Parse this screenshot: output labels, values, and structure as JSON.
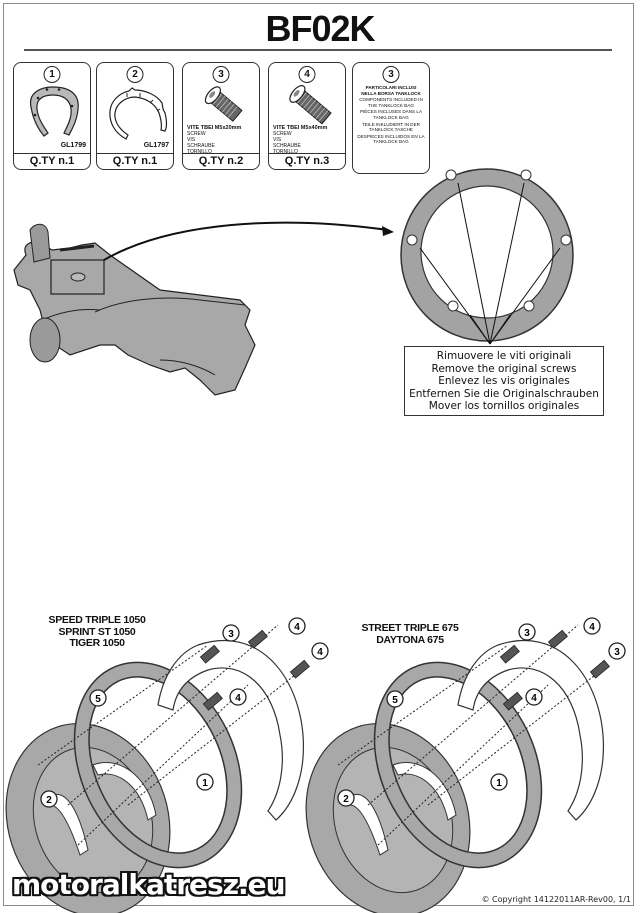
{
  "document": {
    "title": "BF02K",
    "copyright": "© Copyright 14122011AR-Rev00, 1/1",
    "watermark": "motoralkatresz.eu"
  },
  "parts": [
    {
      "number": "1",
      "code": "GL1799",
      "qty": "Q.TY n.1",
      "icon": "flange-plate-icon"
    },
    {
      "number": "2",
      "code": "GL1797",
      "qty": "Q.TY n.1",
      "icon": "retaining-ring-icon"
    },
    {
      "number": "3",
      "desc_title": "VITE TBEI M5x20mm",
      "desc_lines": [
        "SCREW",
        "VIS",
        "SCHRAUBE",
        "TORNILLO"
      ],
      "qty": "Q.TY n.2",
      "icon": "screw-icon"
    },
    {
      "number": "4",
      "desc_title": "VITE TBEI M5x40mm",
      "desc_lines": [
        "SCREW",
        "VIS",
        "SCHRAUBE",
        "TORNILLO"
      ],
      "qty": "Q.TY n.3",
      "icon": "screw-icon"
    }
  ],
  "included_card": {
    "number": "3",
    "lines": [
      "PARTICOLARI INCLUSI",
      "NELLA BORSA TANKLOCK",
      "COMPONENTS INCLUDED IN",
      "THE TANKLOCK BAG",
      "PIÈCES INCLUSES DANS LA",
      "TANKLOCK BAG",
      "TEILE INKLUDIERT IN DER",
      "TANKLOCK TASCHE",
      "DESPIECES INCLUIDOS EN LA",
      "TANKLOCK BAG"
    ]
  },
  "notice": {
    "lines": [
      "Rimuovere le viti originali",
      "Remove the original screws",
      "Enlevez  les vis originales",
      "Entfernen Sie die Originalschrauben",
      "Mover los tornillos originales"
    ]
  },
  "diagrams": [
    {
      "models": [
        "SPEED TRIPLE 1050",
        "SPRINT ST 1050",
        "TIGER 1050"
      ],
      "callouts": [
        "3",
        "4",
        "4",
        "4",
        "5",
        "1",
        "2"
      ]
    },
    {
      "models": [
        "STREET TRIPLE 675",
        "DAYTONA 675"
      ],
      "callouts": [
        "3",
        "4",
        "3",
        "4",
        "5",
        "1",
        "2"
      ]
    }
  ]
}
